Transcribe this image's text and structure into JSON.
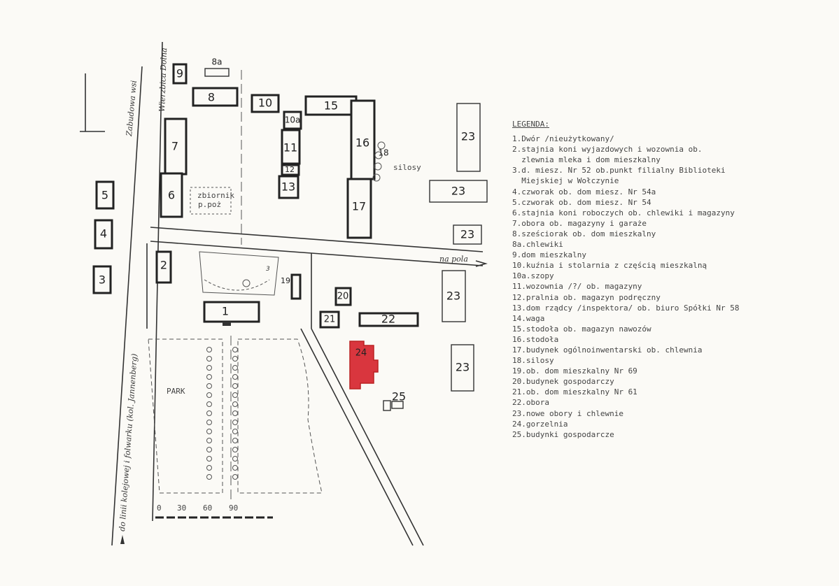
{
  "legend": {
    "title": "LEGENDA:",
    "items": [
      "1.Dwór /nieużytkowany/",
      "2.stajnia koni wyjazdowych i wozownia ob.",
      "  zlewnia mleka i dom mieszkalny",
      "3.d. miesz. Nr 52 ob.punkt filialny Biblioteki",
      "  Miejskiej w Wołczynie",
      "4.czworak ob. dom miesz. Nr 54a",
      "5.czworak ob. dom miesz. Nr 54",
      "6.stajnia koni roboczych ob. chlewiki i magazyny",
      "7.obora ob. magazyny i garaże",
      "8.sześciorak ob. dom mieszkalny",
      "8a.chlewiki",
      "9.dom mieszkalny",
      "10.kuźnia i stolarnia z częścią mieszkalną",
      "10a.szopy",
      "11.wozownia /?/ ob. magazyny",
      "12.pralnia ob. magazyn podręczny",
      "13.dom rządcy /inspektora/ ob. biuro Spółki Nr 58",
      "14.waga",
      "15.stodoła ob. magazyn nawozów",
      "16.stodoła",
      "17.budynek ogólnoinwentarski ob. chlewnia",
      "18.silosy",
      "19.ob. dom mieszkalny Nr 69",
      "20.budynek gospodarczy",
      "21.ob. dom mieszkalny Nr 61",
      "22.obora",
      "23.nowe obory i chlewnie",
      "24.gorzelnia",
      "25.budynki gospodarcze"
    ]
  },
  "map": {
    "labels": {
      "zabudowa_wsi": "Zabudowa wsi",
      "wierzbica_dolna": "Wierzbica Dolna",
      "na_pola": "na pola",
      "to_rail": "do linii kolejowej i folwarku (kol. Jannenberg)",
      "park": "PARK",
      "zbiornik_1": "zbiornik",
      "zbiornik_2": "p.poż",
      "silosy": "silosy"
    },
    "buildings": {
      "b1": "1",
      "b2": "2",
      "b3": "3",
      "b4": "4",
      "b5": "5",
      "b6": "6",
      "b7": "7",
      "b8": "8",
      "b8a": "8a",
      "b9": "9",
      "b10": "10",
      "b10a": "10a",
      "b11": "11",
      "b12": "12",
      "b13": "13",
      "b15": "15",
      "b16": "16",
      "b17": "17",
      "b18": "18",
      "b19": "19",
      "b20": "20",
      "b21": "21",
      "b22": "22",
      "b23a": "23",
      "b23b": "23",
      "b23c": "23",
      "b23d": "23",
      "b23e": "23",
      "b24": "24",
      "b25": "25"
    },
    "scale": [
      "0",
      "30",
      "60",
      "90"
    ],
    "highlight_color": "#d9363e"
  }
}
